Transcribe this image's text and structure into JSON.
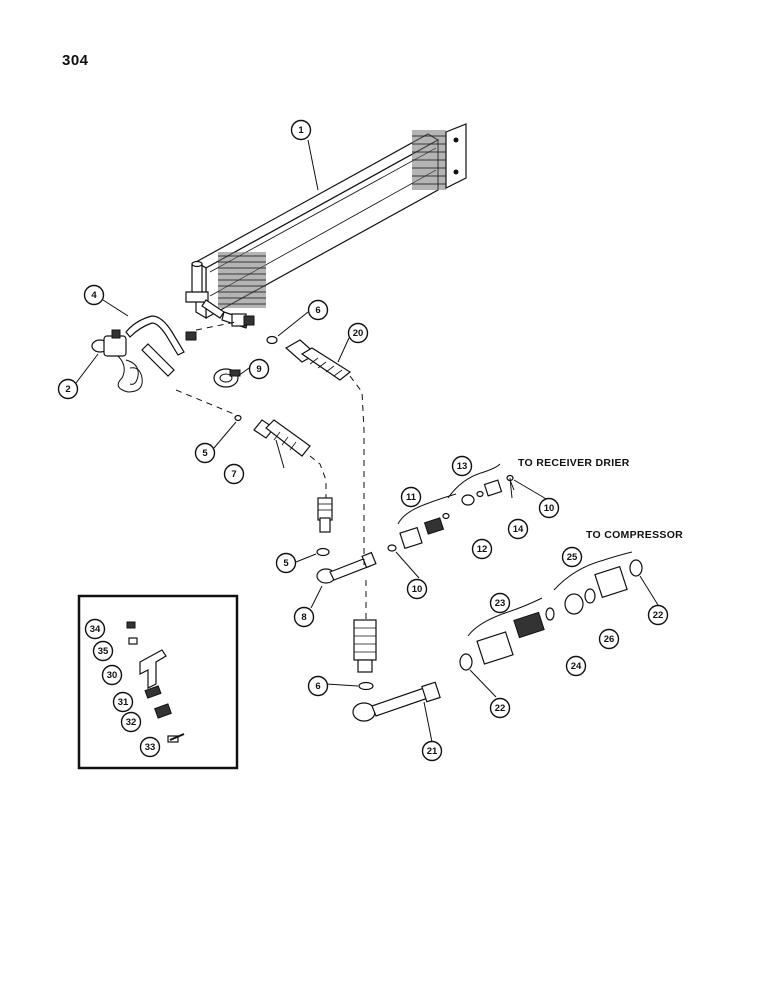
{
  "page_number": "304",
  "notes": {
    "receiver": "TO RECEIVER DRIER",
    "compressor": "TO COMPRESSOR"
  },
  "callouts": [
    {
      "id": "c1",
      "label": "1"
    },
    {
      "id": "c2",
      "label": "2"
    },
    {
      "id": "c4",
      "label": "4"
    },
    {
      "id": "c5a",
      "label": "5"
    },
    {
      "id": "c5b",
      "label": "5"
    },
    {
      "id": "c6a",
      "label": "6"
    },
    {
      "id": "c6b",
      "label": "6"
    },
    {
      "id": "c7",
      "label": "7"
    },
    {
      "id": "c8",
      "label": "8"
    },
    {
      "id": "c9",
      "label": "9"
    },
    {
      "id": "c10a",
      "label": "10"
    },
    {
      "id": "c10b",
      "label": "10"
    },
    {
      "id": "c11",
      "label": "11"
    },
    {
      "id": "c12",
      "label": "12"
    },
    {
      "id": "c13",
      "label": "13"
    },
    {
      "id": "c14",
      "label": "14"
    },
    {
      "id": "c20",
      "label": "20"
    },
    {
      "id": "c21",
      "label": "21"
    },
    {
      "id": "c22a",
      "label": "22"
    },
    {
      "id": "c22b",
      "label": "22"
    },
    {
      "id": "c23",
      "label": "23"
    },
    {
      "id": "c24",
      "label": "24"
    },
    {
      "id": "c25",
      "label": "25"
    },
    {
      "id": "c26",
      "label": "26"
    },
    {
      "id": "c30",
      "label": "30"
    },
    {
      "id": "c31",
      "label": "31"
    },
    {
      "id": "c32",
      "label": "32"
    },
    {
      "id": "c33",
      "label": "33"
    },
    {
      "id": "c34",
      "label": "34"
    },
    {
      "id": "c35",
      "label": "35"
    }
  ]
}
